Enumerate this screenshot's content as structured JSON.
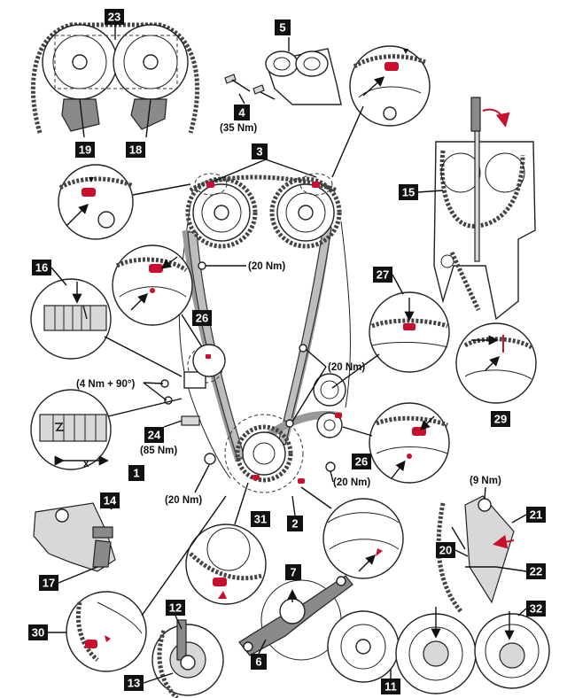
{
  "callouts": {
    "c1": "1",
    "c2": "2",
    "c3": "3",
    "c4": "4",
    "c5": "5",
    "c6": "6",
    "c7": "7",
    "c11": "11",
    "c12": "12",
    "c13": "13",
    "c14": "14",
    "c15": "15",
    "c16": "16",
    "c17": "17",
    "c18": "18",
    "c19": "19",
    "c20": "20",
    "c21": "21",
    "c22": "22",
    "c23": "23",
    "c24": "24",
    "c26a": "26",
    "c26b": "26",
    "c27": "27",
    "c29": "29",
    "c30": "30",
    "c31": "31",
    "c32": "32"
  },
  "torques": {
    "t35": "(35 Nm)",
    "t20top": "(20 Nm)",
    "t20right": "(20 Nm)",
    "t4_90": "(4 Nm + 90°)",
    "t85": "(85 Nm)",
    "t20left": "(20 Nm)",
    "t20low": "(20 Nm)",
    "t9": "(9 Nm)"
  },
  "labels": {
    "x": "x"
  },
  "colors": {
    "accent": "#c8102e",
    "callout_bg": "#111111"
  }
}
